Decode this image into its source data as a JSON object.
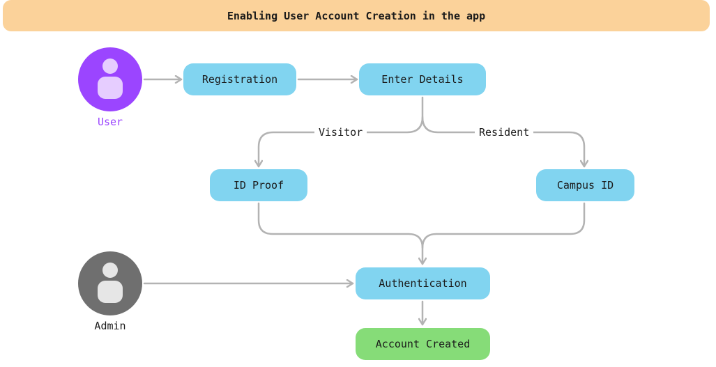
{
  "title": "Enabling User Account Creation in the app",
  "actors": {
    "user": {
      "label": "User",
      "icon": "person-icon",
      "color": "#9b45ff"
    },
    "admin": {
      "label": "Admin",
      "icon": "person-icon",
      "color": "#6f6f6f"
    }
  },
  "nodes": {
    "registration": "Registration",
    "enter_details": "Enter Details",
    "id_proof": "ID Proof",
    "campus_id": "Campus ID",
    "authentication": "Authentication",
    "account_created": "Account Created"
  },
  "edge_labels": {
    "visitor": "Visitor",
    "resident": "Resident"
  },
  "edges": [
    {
      "from": "user",
      "to": "registration"
    },
    {
      "from": "registration",
      "to": "enter_details"
    },
    {
      "from": "enter_details",
      "to": "id_proof",
      "label": "Visitor"
    },
    {
      "from": "enter_details",
      "to": "campus_id",
      "label": "Resident"
    },
    {
      "from": "id_proof",
      "to": "authentication"
    },
    {
      "from": "campus_id",
      "to": "authentication"
    },
    {
      "from": "admin",
      "to": "authentication"
    },
    {
      "from": "authentication",
      "to": "account_created"
    }
  ],
  "colors": {
    "banner": "#fbd29a",
    "process_node": "#81d4f0",
    "final_node": "#86dc78",
    "connector": "#b3b3b3"
  }
}
